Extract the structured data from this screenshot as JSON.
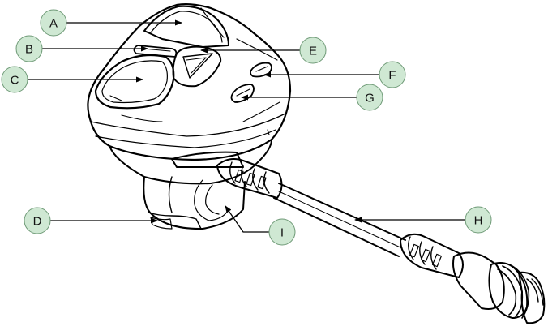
{
  "callouts": {
    "a": "A",
    "b": "B",
    "c": "C",
    "d": "D",
    "e": "E",
    "f": "F",
    "g": "G",
    "h": "H",
    "i": "I"
  },
  "colors": {
    "callout_fill": "#cfe8d3",
    "callout_stroke": "#6f9a77",
    "line_art": "#000000",
    "background": "#ffffff"
  }
}
